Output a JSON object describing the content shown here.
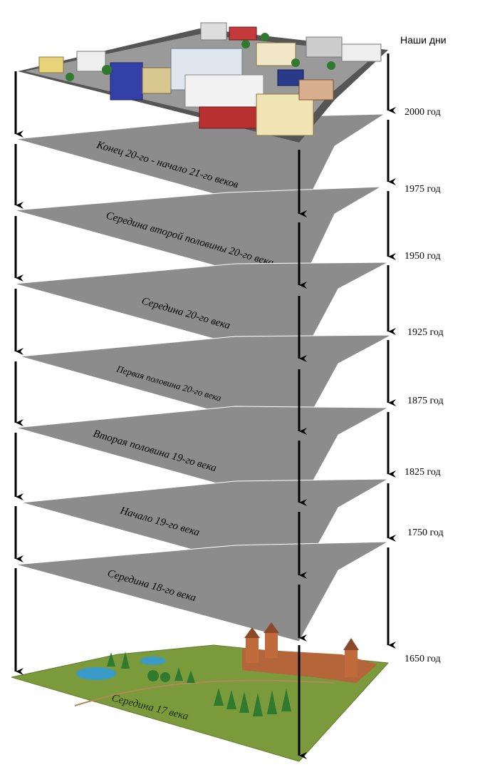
{
  "top_label": "Наши дни",
  "years": [
    "2000 год",
    "1975 год",
    "1950 год",
    "1925 год",
    "1875 год",
    "1825 год",
    "1750 год",
    "1650 год"
  ],
  "layers": [
    "Конец 20-го - начало 21-го веков",
    "Середина второй половины 20-го века",
    "Середина 20-го века",
    "Первая половина 20-го века",
    "Вторая половина 19-го века",
    "Начало 19-го века",
    "Середина 18-го века",
    "Середина 17 века"
  ],
  "colors": {
    "slab": "#8c8c8c",
    "slab_edge": "#ffffff",
    "ground": "#7a9a3c",
    "arrow": "#000000"
  }
}
